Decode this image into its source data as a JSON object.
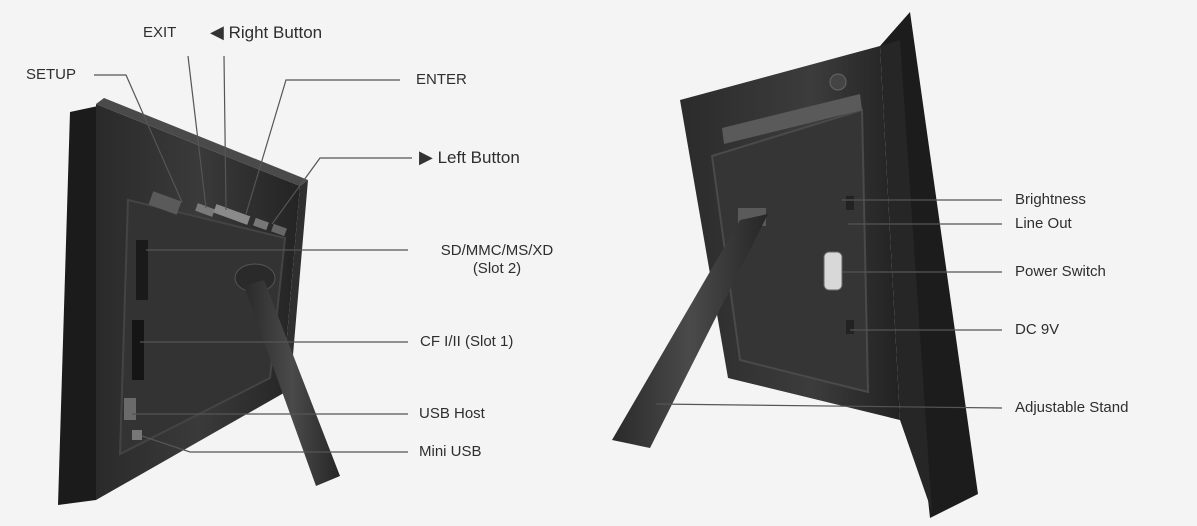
{
  "left_frame": {
    "labels": {
      "exit": "EXIT",
      "right_button": "Right Button",
      "setup": "SETUP",
      "enter": "ENTER",
      "left_button": "Left Button",
      "sd_slot_line1": "SD/MMC/MS/XD",
      "sd_slot_line2": "(Slot 2)",
      "cf_slot": "CF I/II (Slot 1)",
      "usb_host": "USB Host",
      "mini_usb": "Mini USB"
    }
  },
  "right_frame": {
    "labels": {
      "brightness": "Brightness",
      "line_out": "Line Out",
      "power_switch": "Power Switch",
      "dc": "DC 9V",
      "adjustable_stand": "Adjustable Stand"
    }
  },
  "icons": {
    "right_arrow_glyph": "◀",
    "left_arrow_glyph": "▶"
  },
  "colors": {
    "frame_dark": "#1e1e1e",
    "frame_edge": "#3a3a3a",
    "leader_line": "#555555",
    "background": "#f4f4f4"
  }
}
